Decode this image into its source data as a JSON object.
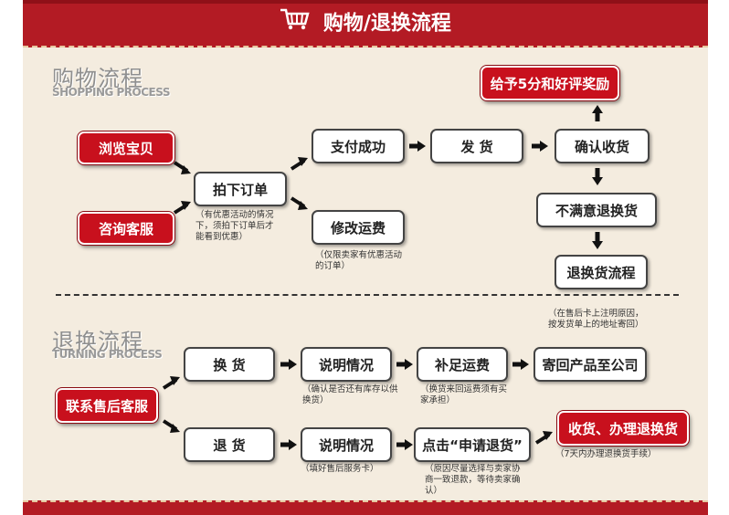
{
  "header": {
    "title": "购物/退换流程"
  },
  "shopping": {
    "title": "购物流程",
    "subtitle": "SHOPPING PROCESS",
    "browse": "浏览宝贝",
    "consult": "咨询客服",
    "order": "拍下订单",
    "order_note": "（有优惠活动的情况下，须拍下订单后才能看到优惠）",
    "pay": "支付成功",
    "ship": "发 货",
    "confirm": "确认收货",
    "reward": "给予5分和好评奖励",
    "modify": "修改运费",
    "modify_note": "（仅限卖家有优惠活动的订单）",
    "unsatisfied": "不满意退换货",
    "return_flow": "退换货流程"
  },
  "returns": {
    "title": "退换流程",
    "subtitle": "TURNING PROCESS",
    "contact": "联系售后客服",
    "exchange": "换 货",
    "explain1": "说明情况",
    "explain1_note": "（确认是否还有库存以供换货）",
    "supplement": "补足运费",
    "supplement_note": "（换货来回运费须有买家承担）",
    "send_back": "寄回产品至公司",
    "send_back_note": "（在售后卡上注明原因，按发货单上的地址寄回）",
    "refund": "退 货",
    "explain2": "说明情况",
    "explain2_note": "（填好售后服务卡）",
    "apply": "点击“申请退货”",
    "apply_note": "（原因尽量选择与卖家协商一致退款，等待卖家确认）",
    "receive": "收货、办理退换货",
    "receive_note": "（7天内办理退换货手续）"
  },
  "colors": {
    "red": "#c8101d",
    "banner": "#b31b24",
    "background": "#f4ecdf"
  }
}
